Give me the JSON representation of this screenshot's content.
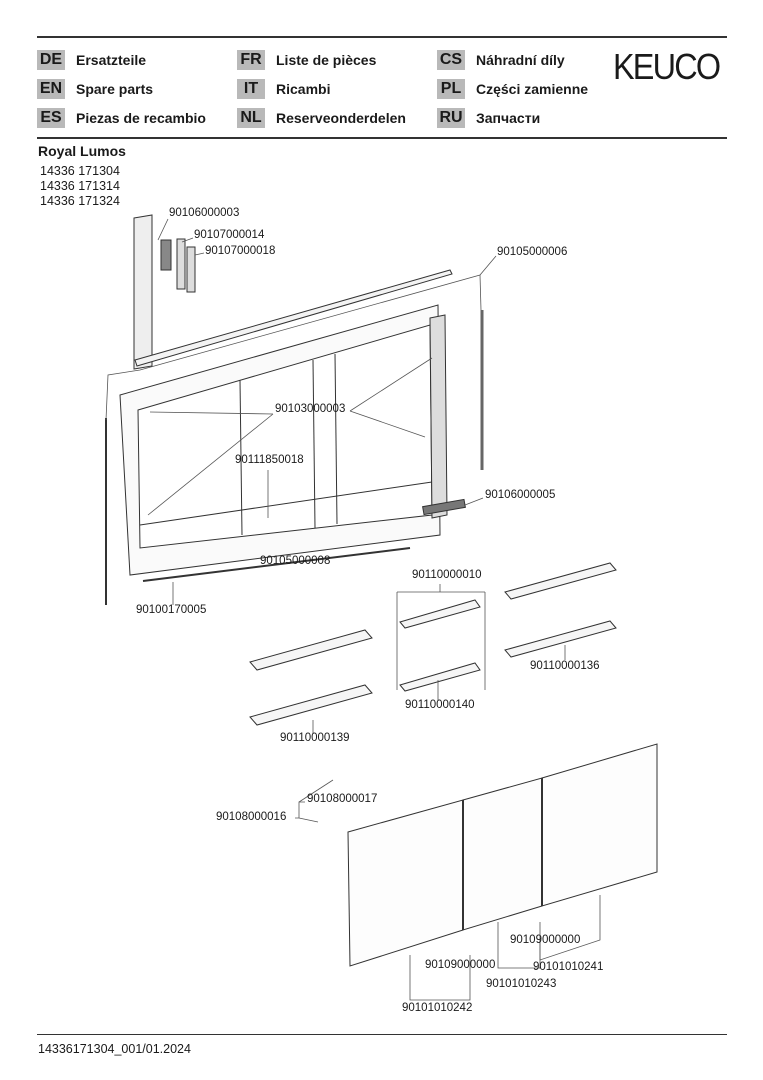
{
  "brand": "KEUCO",
  "languages": [
    {
      "code": "DE",
      "label": "Ersatzteile"
    },
    {
      "code": "EN",
      "label": "Spare parts"
    },
    {
      "code": "ES",
      "label": "Piezas de recambio"
    },
    {
      "code": "FR",
      "label": "Liste de pièces"
    },
    {
      "code": "IT",
      "label": "Ricambi"
    },
    {
      "code": "NL",
      "label": "Reserveonderdelen"
    },
    {
      "code": "CS",
      "label": "Náhradní díly"
    },
    {
      "code": "PL",
      "label": "Części zamienne"
    },
    {
      "code": "RU",
      "label": "Запчасти"
    }
  ],
  "product": {
    "name": "Royal Lumos",
    "articles": [
      "14336 171304",
      "14336 171314",
      "14336 171324"
    ]
  },
  "callouts": [
    "90106000003",
    "90107000014",
    "90107000018",
    "90105000006",
    "90103000003",
    "90111850018",
    "90106000005",
    "90105000008",
    "90100170005",
    "90110000010",
    "90110000136",
    "90110000140",
    "90110000139",
    "90108000017",
    "90108000016",
    "90109000000",
    "90109000000",
    "90101010241",
    "90101010243",
    "90101010242"
  ],
  "footer": "14336171304_001/01.2024"
}
